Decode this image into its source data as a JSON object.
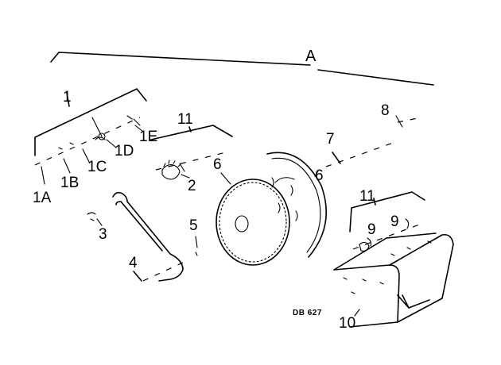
{
  "diagram": {
    "code": "DB 627",
    "labels": {
      "a": "A",
      "l1": "1",
      "l1a": "1A",
      "l1b": "1B",
      "l1c": "1C",
      "l1d": "1D",
      "l1e": "1E",
      "l2": "2",
      "l3": "3",
      "l4": "4",
      "l5": "5",
      "l6a": "6",
      "l6b": "6",
      "l7": "7",
      "l8": "8",
      "l9a": "9",
      "l9b": "9",
      "l10": "10",
      "l11a": "11",
      "l11b": "11"
    }
  }
}
